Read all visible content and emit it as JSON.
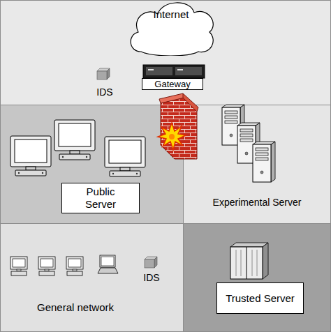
{
  "diagram": {
    "nodes": [
      {
        "text": [
          "Internet"
        ]
      },
      {
        "text": [
          "Gateway"
        ]
      },
      {
        "text": [
          "Public Server"
        ]
      },
      {
        "text": [
          "Experimental Server"
        ]
      },
      {
        "text": [
          "General network"
        ]
      },
      {
        "text": [
          "Trusted Server"
        ]
      }
    ],
    "labels": [
      "IDS",
      "IDS"
    ]
  }
}
